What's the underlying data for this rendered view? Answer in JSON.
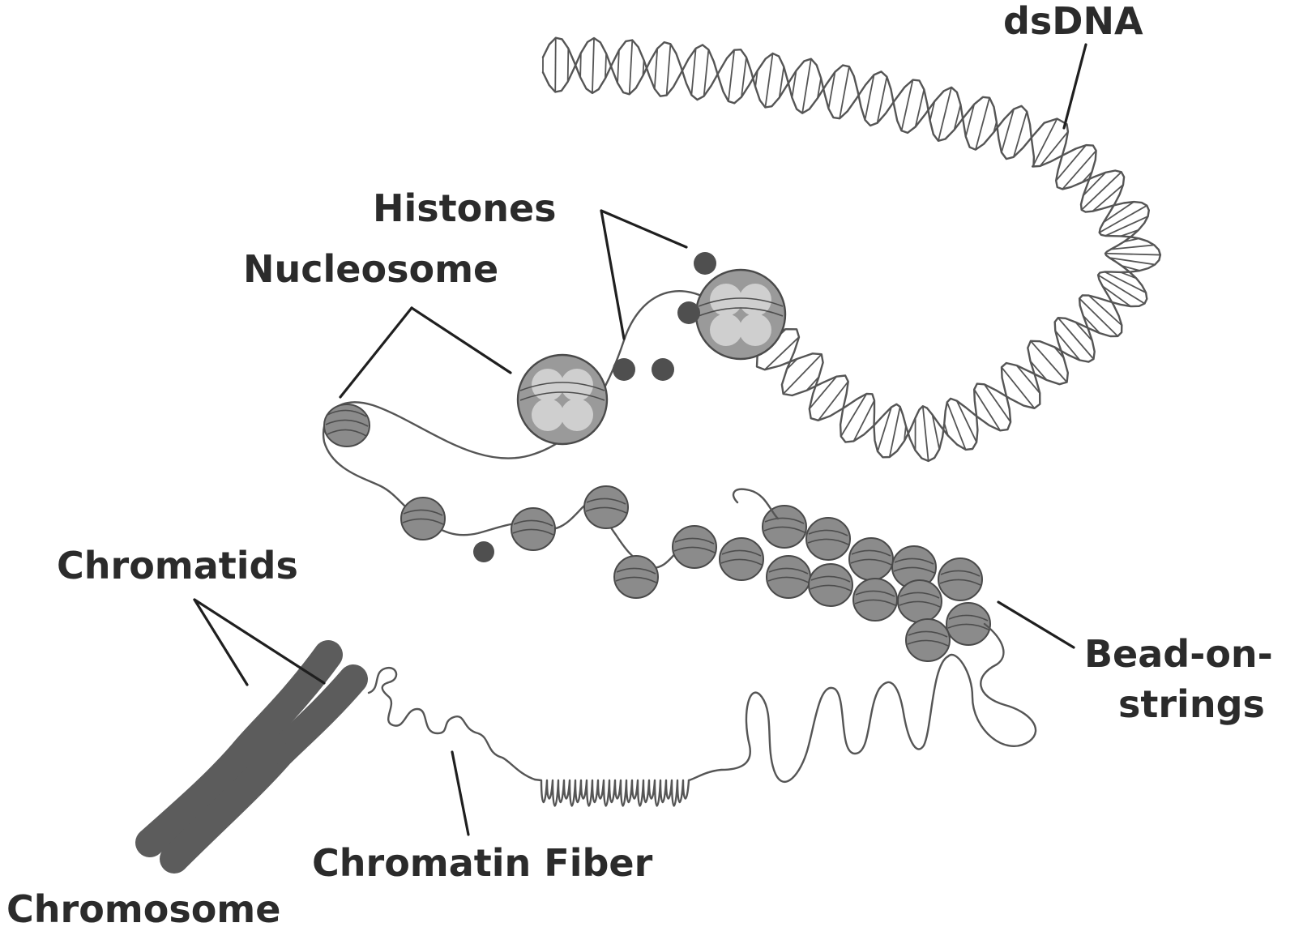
{
  "labels": {
    "dsdna": "dsDNA",
    "histones": "Histones",
    "nucleosome": "Nucleosome",
    "chromatids": "Chromatids",
    "bead_on_strings_line1": "Bead-on-",
    "bead_on_strings_line2": "strings",
    "chromatin_fiber": "Chromatin Fiber",
    "chromosome": "Chromosome"
  },
  "colors": {
    "text": "#2b2b2b",
    "dna_strand": "#555555",
    "bead_fill": "#8b8b8b",
    "nucleosome_fill": "#9a9a9a",
    "histone_fill": "#4f4f4f",
    "chromosome_fill": "#5c5c5c",
    "background": "#ffffff"
  }
}
